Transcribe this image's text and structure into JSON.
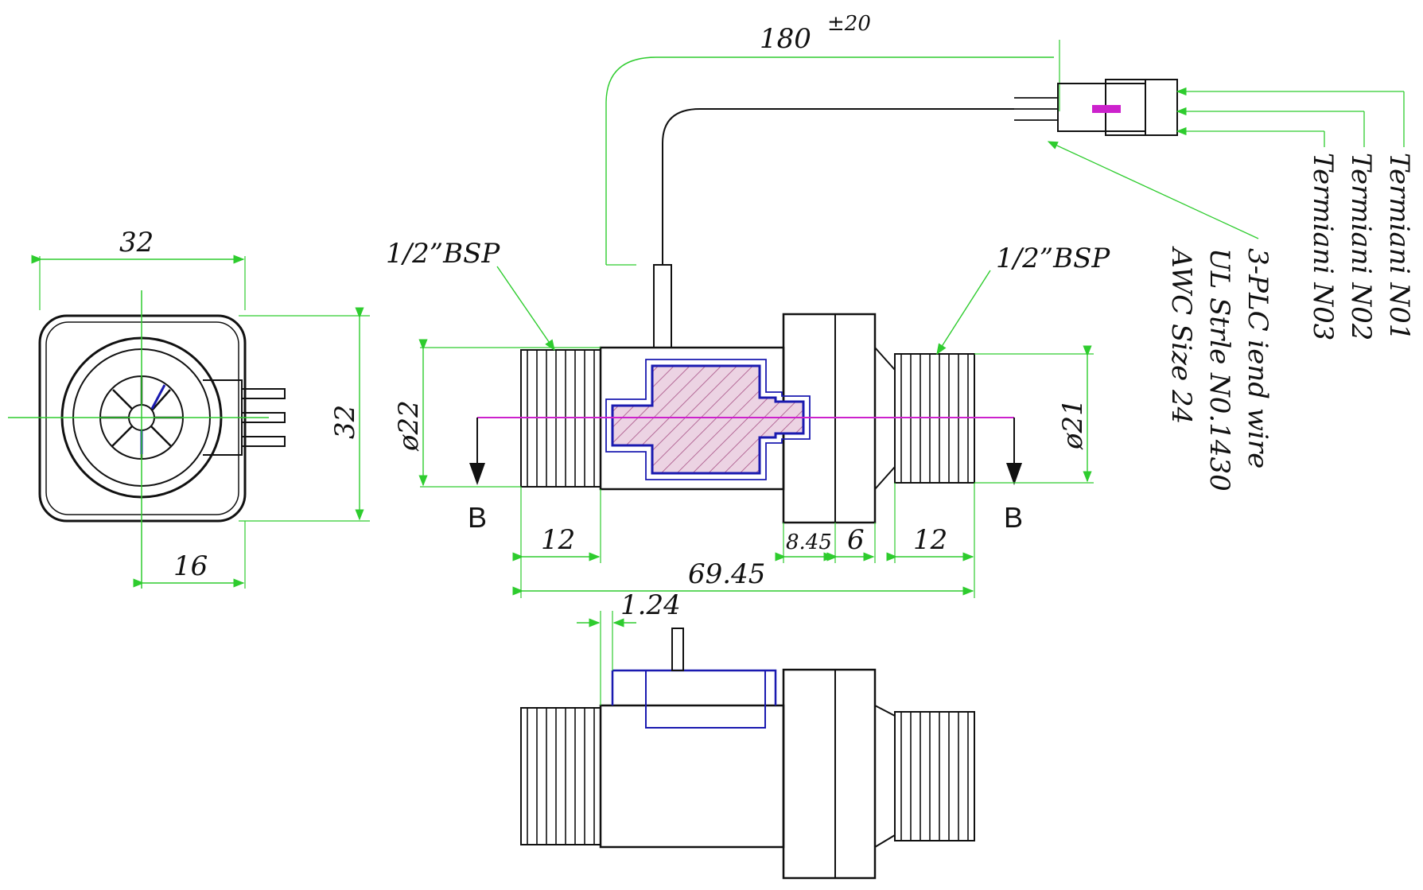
{
  "colors": {
    "dimension": "#2ecc2e",
    "outline": "#111111",
    "centerline": "#cc22cc",
    "section": "#1a1ab0",
    "hatch": "#c87aa8"
  },
  "cable": {
    "length": "180",
    "tolerance": "±20"
  },
  "front_view": {
    "width": "32",
    "height": "32",
    "offset": "16"
  },
  "section_view": {
    "thread_left": "1/2”BSP",
    "thread_right": "1/2”BSP",
    "dia_left": "ø22",
    "dia_right": "ø21",
    "section_mark_left": "B",
    "section_mark_right": "B",
    "thread_len_left": "12",
    "thread_len_right": "12",
    "body_a": "8.45",
    "body_b": "6",
    "overall": "69.45"
  },
  "side_view": {
    "offset": "1.24"
  },
  "notes": {
    "terminal_1": "Termiani N01",
    "terminal_2": "Termiani N02",
    "terminal_3": "Termiani N03",
    "wire_1": "3-PLC iend wire",
    "wire_2": "UL Strle N0.1430",
    "wire_3": "AWC Size 24"
  }
}
